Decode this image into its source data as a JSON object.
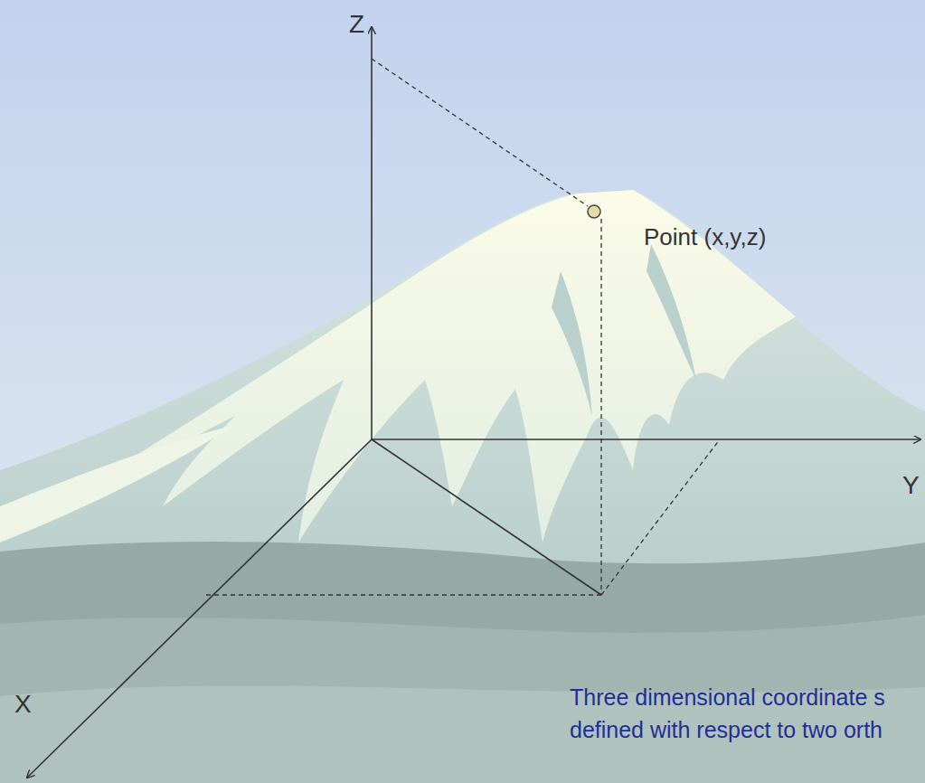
{
  "diagram": {
    "labels": [
      "Z",
      "Y",
      "X",
      "Point (x,y,z)",
      "Three dimensional coordinate s",
      "defined with respect to two orth"
    ]
  }
}
